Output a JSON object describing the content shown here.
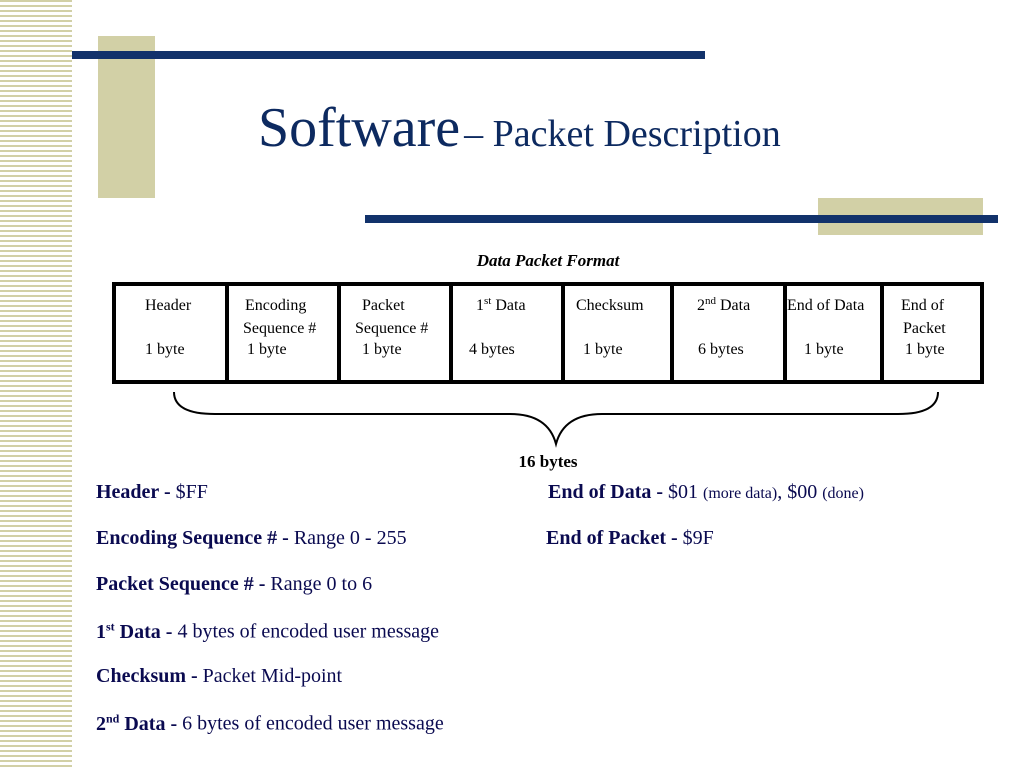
{
  "slide": {
    "title_main": "Software",
    "title_sub": "– Packet Description"
  },
  "diagram": {
    "caption": "Data Packet Format",
    "fields": [
      {
        "line1": "Header",
        "line2": "",
        "size": "1 byte"
      },
      {
        "line1": "Encoding",
        "line2": "Sequence #",
        "size": "1 byte"
      },
      {
        "line1": "Packet",
        "line2": "Sequence #",
        "size": "1 byte"
      },
      {
        "line1_base": "1",
        "line1_sup": "st",
        "line1_rest": " Data",
        "line2": "",
        "size": "4 bytes"
      },
      {
        "line1": "Checksum",
        "line2": "",
        "size": "1 byte"
      },
      {
        "line1_base": "2",
        "line1_sup": "nd",
        "line1_rest": " Data",
        "line2": "",
        "size": "6 bytes"
      },
      {
        "line1": "End of Data",
        "line2": "",
        "size": "1 byte"
      },
      {
        "line1": "End of",
        "line2": "Packet",
        "size": "1 byte"
      }
    ],
    "total": "16 bytes"
  },
  "descriptions": {
    "header": {
      "label": "Header -",
      "value": " $FF"
    },
    "end_of_data": {
      "label": "End of Data -",
      "value1": " $01 ",
      "note1": "(more data)",
      "value2": ", $00 ",
      "note2": "(done)"
    },
    "encoding_seq": {
      "label": "Encoding Sequence # -",
      "value": " Range 0 - 255"
    },
    "end_of_packet": {
      "label": "End of Packet -",
      "value": " $9F"
    },
    "packet_seq": {
      "label": "Packet Sequence # -",
      "value": " Range 0 to 6"
    },
    "first_data": {
      "label_base": "1",
      "label_sup": "st",
      "label_rest": " Data -",
      "value": " 4 bytes of encoded user message"
    },
    "checksum": {
      "label": "Checksum -",
      "value": " Packet Mid-point"
    },
    "second_data": {
      "label_base": "2",
      "label_sup": "nd",
      "label_rest": " Data -",
      "value": " 6 bytes of encoded user message"
    }
  }
}
